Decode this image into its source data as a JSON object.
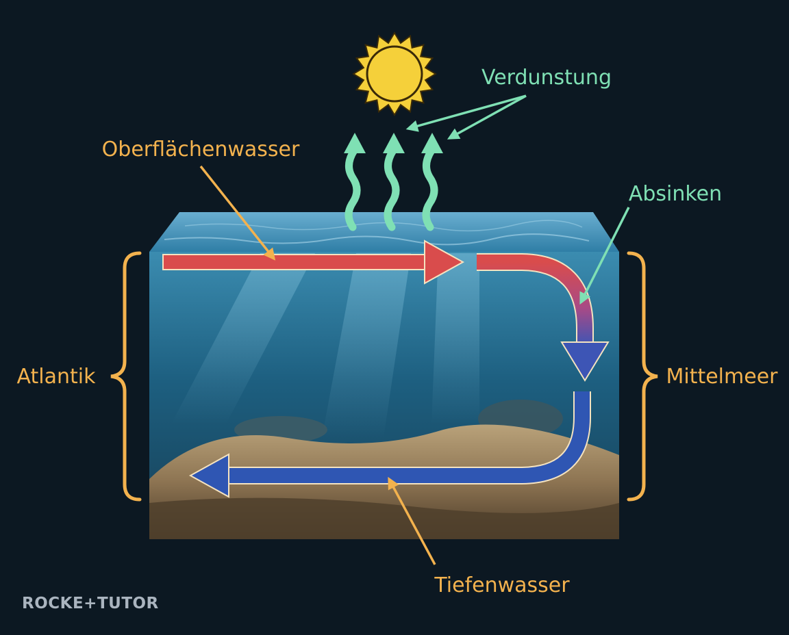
{
  "labels": {
    "evaporation": "Verdunstung",
    "surface_water": "Oberflächenwasser",
    "sinking": "Absinken",
    "atlantic": "Atlantik",
    "mediterranean": "Mittelmeer",
    "deep_water": "Tiefenwasser"
  },
  "logo": "ROCKE+TUTOR",
  "colors": {
    "background": "#0c1822",
    "label_orange": "#f3b24e",
    "label_green": "#7fe0b4",
    "surface_current": "#d94c4c",
    "deep_current": "#2f56b3",
    "sun": "#f5d03a"
  }
}
